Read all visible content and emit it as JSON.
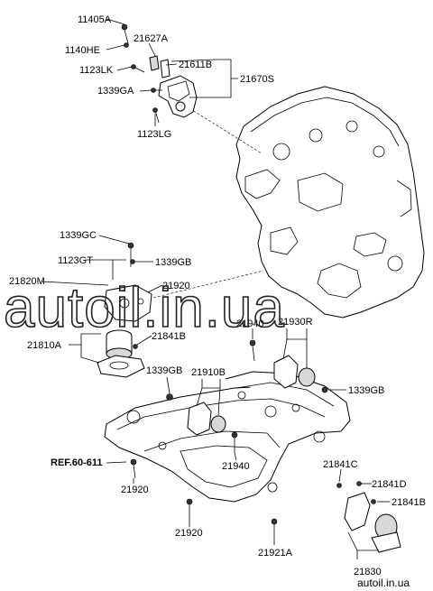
{
  "labels": {
    "l11405A": "11405A",
    "l1140HE": "1140HE",
    "l21627A": "21627A",
    "l1123LK": "1123LK",
    "l21611B": "21611B",
    "l21670S": "21670S",
    "l1339GA": "1339GA",
    "l1123LG": "1123LG",
    "l1339GC": "1339GC",
    "l1123GT": "1123GT",
    "l1339GB_top": "1339GB",
    "l21820M": "21820M",
    "l21920_top": "21920",
    "l21841B_left": "21841B",
    "l21810A": "21810A",
    "l21940_top": "21940",
    "l21930R": "21930R",
    "l1339GB_mid": "1339GB",
    "l21910B": "21910B",
    "l1339GB_right": "1339GB",
    "l21940_mid": "21940",
    "l21920_mid": "21920",
    "l21920_bot": "21920",
    "l21921A": "21921A",
    "l21841C": "21841C",
    "l21841D": "21841D",
    "l21841B_right": "21841B",
    "l21830": "21830"
  },
  "ref": "REF.60-611",
  "watermark": "autoil.in.ua",
  "watermark_small": "autoil.in.ua"
}
